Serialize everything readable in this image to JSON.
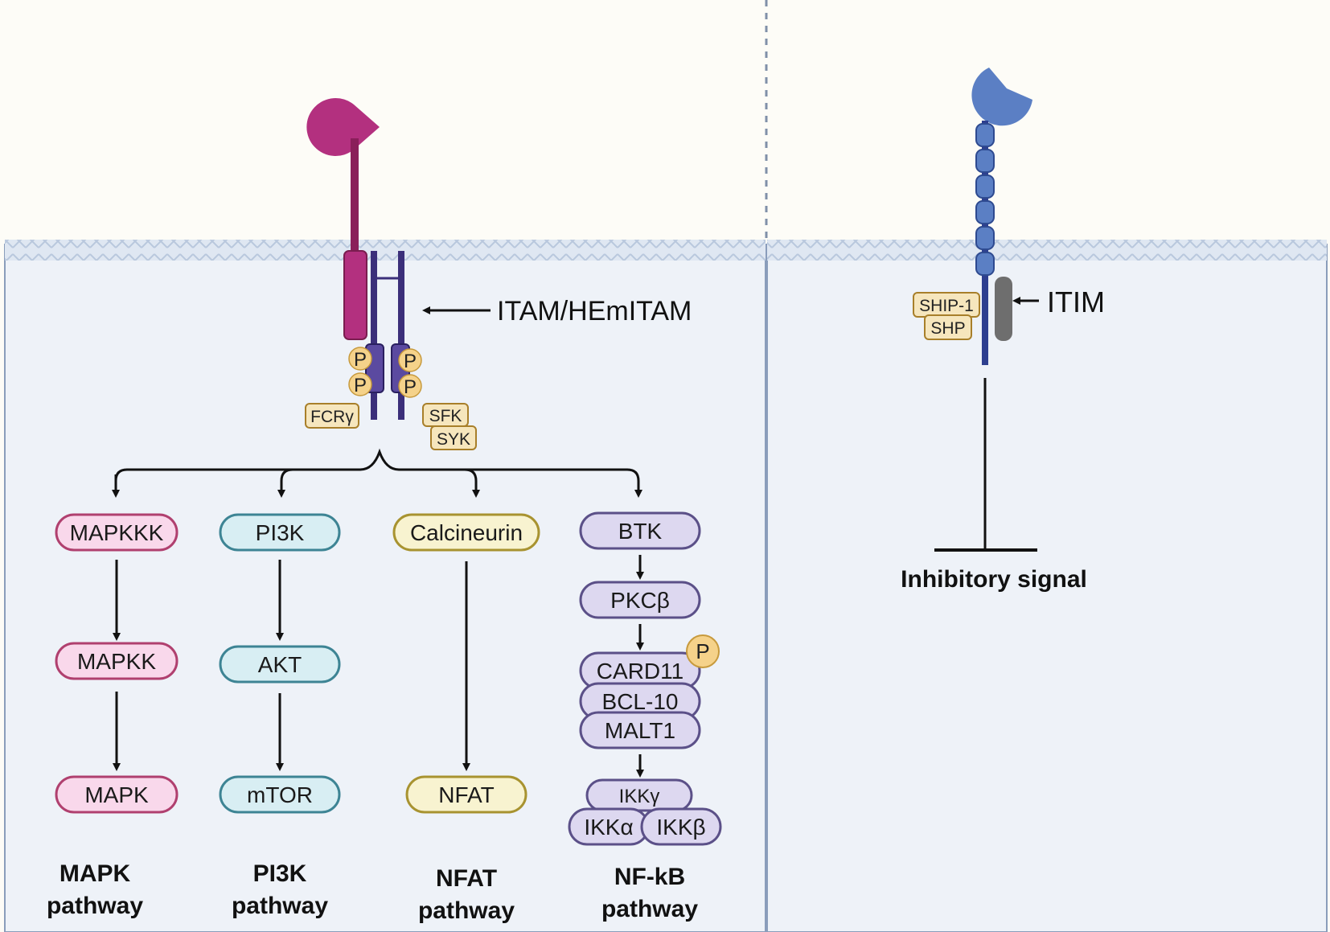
{
  "receptor_labels": {
    "itam": "ITAM/HEmITAM",
    "itim": "ITIM",
    "fcr_gamma": "FCRγ",
    "sfk": "SFK",
    "syk": "SYK",
    "ship1": "SHIP-1",
    "shp": "SHP",
    "phospho": "P"
  },
  "pathways": {
    "mapk": {
      "nodes": [
        "MAPKKK",
        "MAPKK",
        "MAPK"
      ],
      "title_line1": "MAPK",
      "title_line2": "pathway"
    },
    "pi3k": {
      "nodes": [
        "PI3K",
        "AKT",
        "mTOR"
      ],
      "title_line1": "PI3K",
      "title_line2": "pathway"
    },
    "nfat": {
      "nodes": [
        "Calcineurin",
        "NFAT"
      ],
      "title_line1": "NFAT",
      "title_line2": "pathway"
    },
    "nfkb": {
      "nodes": [
        "BTK",
        "PKCβ",
        "CARD11",
        "BCL-10",
        "MALT1",
        "IKKγ",
        "IKKα",
        "IKKβ"
      ],
      "title_line1": "NF-kB",
      "title_line2": "pathway"
    }
  },
  "inhibitory_label": "Inhibitory signal",
  "colors": {
    "background": "#fdfcf7",
    "cell_interior": "#eef2f8",
    "membrane": "#c9d6e8",
    "activating_receptor": "#b3307f",
    "inhibitory_receptor": "#5b7fc4",
    "inhibitory_stalk": "#2e3f8f",
    "fcr_gamma_chain": "#3b2f7a",
    "phospho": "#f5d28a",
    "mapk_fill": "#f9d8eb",
    "mapk_stroke": "#b0406f",
    "pi3k_fill": "#d8eef3",
    "pi3k_stroke": "#3d8494",
    "nfat_fill": "#f8f3d0",
    "nfat_stroke": "#a89330",
    "nfkb_fill": "#ddd8f0",
    "nfkb_stroke": "#5b5088",
    "tag_fill": "#f6e6bd",
    "tag_stroke": "#a87f2a"
  }
}
